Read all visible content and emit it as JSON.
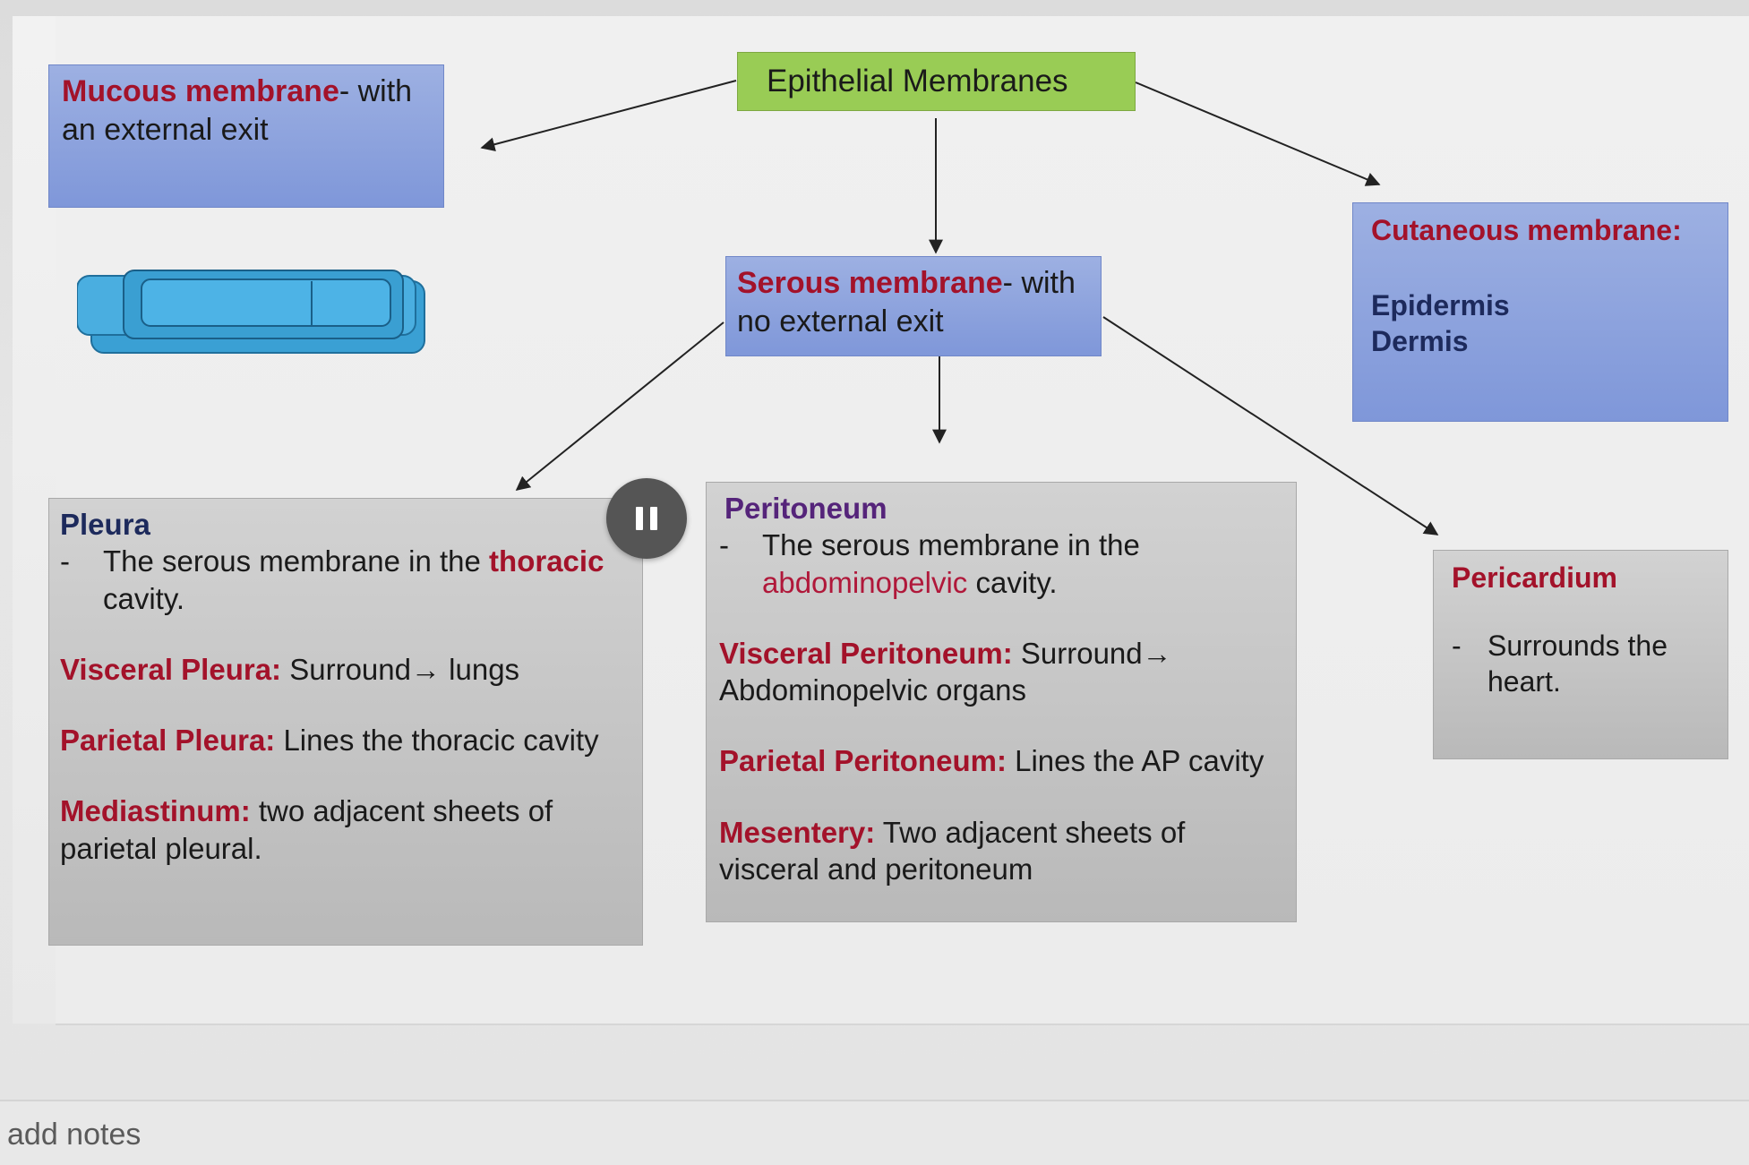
{
  "diagram": {
    "root": "Epithelial Membranes",
    "mucous": {
      "title": "Mucous membrane",
      "rest": "- with an external exit"
    },
    "serous": {
      "title": "Serous membrane",
      "rest": "- with no external exit"
    },
    "cutaneous": {
      "title": "Cutaneous membrane:",
      "items": [
        "Epidermis",
        "Dermis"
      ]
    },
    "pleura": {
      "title": "Pleura",
      "bullet_dash": "-",
      "bullet_pre": "The serous membrane in the ",
      "bullet_hl": "thoracic",
      "bullet_post": " cavity.",
      "visceral_label": "Visceral Pleura:",
      "visceral_text": " Surround→ lungs",
      "parietal_label": "Parietal Pleura:",
      "parietal_text": " Lines the thoracic cavity",
      "mediastinum_label": "Mediastinum:",
      "mediastinum_text": " two adjacent sheets of parietal pleural."
    },
    "peritoneum": {
      "title": "Peritoneum",
      "bullet_dash": "-",
      "bullet_pre": "The serous membrane in the ",
      "bullet_hl": "abdominopelvic",
      "bullet_post": " cavity.",
      "visceral_label": "Visceral Peritoneum:",
      "visceral_text": " Surround→ Abdominopelvic organs",
      "parietal_label": "Parietal Peritoneum:",
      "parietal_text": " Lines the AP cavity",
      "mesentery_label": "Mesentery:",
      "mesentery_text": "  Two adjacent sheets of visceral and peritoneum"
    },
    "pericardium": {
      "title": "Pericardium",
      "bullet_dash": "-",
      "bullet_text": "Surrounds the heart."
    }
  },
  "icons": {
    "pause": "pause-icon",
    "stacked_shapes": "stacked-rounded-rectangles-graphic"
  },
  "colors": {
    "blue_box": "#8aa0dd",
    "green_box": "#99cc55",
    "gray_box": "#c4c4c4",
    "red_text": "#a3122a",
    "purple_text": "#55247a",
    "navy_text": "#1d2a5c",
    "shape_blue": "#3aa0d4"
  },
  "notes": {
    "placeholder": "add notes"
  }
}
